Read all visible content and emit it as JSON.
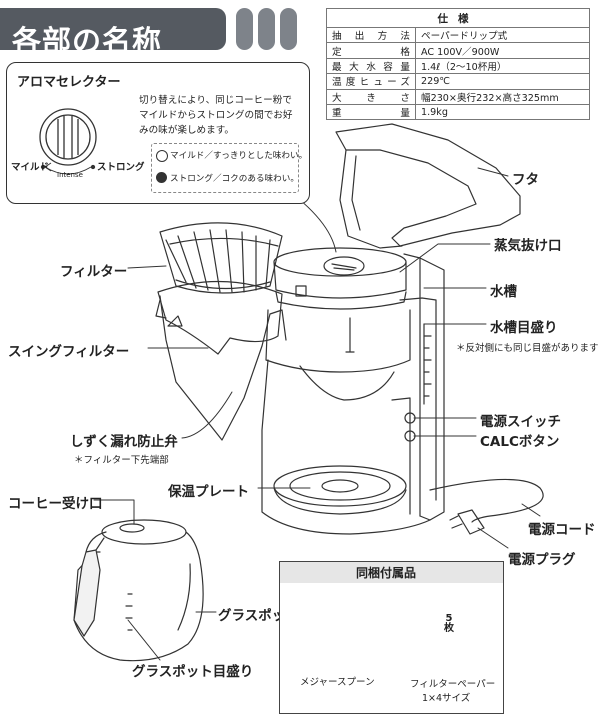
{
  "title": "各部の名称",
  "spec": {
    "header": "仕様",
    "rows": [
      {
        "k": "抽出方法",
        "v": "ペーパードリップ式"
      },
      {
        "k": "定格",
        "v": "AC 100V／900W"
      },
      {
        "k": "最大水容量",
        "v": "1.4ℓ（2〜10杯用）"
      },
      {
        "k": "温度ヒューズ",
        "v": "229℃"
      },
      {
        "k": "大きさ",
        "v": "幅230×奥行232×高さ325mm"
      },
      {
        "k": "重量",
        "v": "1.9kg"
      }
    ]
  },
  "aroma": {
    "title": "アロマセレクター",
    "desc_lines": [
      "切り替えにより、同じコーヒー粉で",
      "マイルドからストロングの間でお好",
      "みの味が楽しめます。"
    ],
    "mild": "マイルド",
    "strong": "ストロング",
    "intense": "Intense",
    "mild_desc": "マイルド／すっきりとした味わい。",
    "strong_desc": "ストロング／コクのある味わい。"
  },
  "labels": {
    "futa": "フタ",
    "steam": "蒸気抜け口",
    "tank": "水槽",
    "gauge": "水槽目盛り",
    "gauge_note": "＊反対側にも同じ目盛があります",
    "power_switch": "電源スイッチ",
    "calc": "CALCボタン",
    "cord": "電源コード",
    "plug": "電源プラグ",
    "filter": "フィルター",
    "swing": "スイングフィルター",
    "drip": "しずく漏れ防止弁",
    "drip_note": "＊フィルター下先端部",
    "plate": "保温プレート",
    "coffee_inlet": "コーヒー受け口",
    "pot": "グラスポット",
    "pot_gauge": "グラスポット目盛り"
  },
  "accessories": {
    "title": "同梱付属品",
    "spoon": "メジャースプーン",
    "paper": "フィルターペーパー",
    "paper_size": "1×4サイズ",
    "count_top": "5",
    "count_bottom": "枚"
  }
}
